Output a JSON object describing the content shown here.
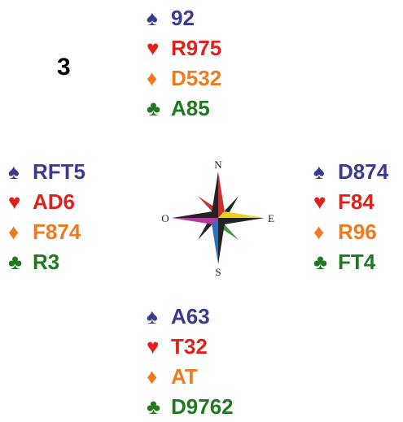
{
  "board_number": "3",
  "suit_symbols": {
    "spade": "♠",
    "heart": "♥",
    "diamond": "♦",
    "club": "♣"
  },
  "colors": {
    "spade": "#3a3a8f",
    "heart": "#e0201c",
    "diamond": "#f07a20",
    "club": "#1f7a1f"
  },
  "hands": {
    "north": {
      "spades": "92",
      "hearts": "R975",
      "diamonds": "D532",
      "clubs": "A85"
    },
    "west": {
      "spades": "RFT5",
      "hearts": "AD6",
      "diamonds": "F874",
      "clubs": "R3"
    },
    "east": {
      "spades": "D874",
      "hearts": "F84",
      "diamonds": "R96",
      "clubs": "FT4"
    },
    "south": {
      "spades": "A63",
      "hearts": "T32",
      "diamonds": "AT",
      "clubs": "D9762"
    }
  },
  "compass": {
    "north": "N",
    "south": "S",
    "east": "E",
    "west": "O"
  }
}
